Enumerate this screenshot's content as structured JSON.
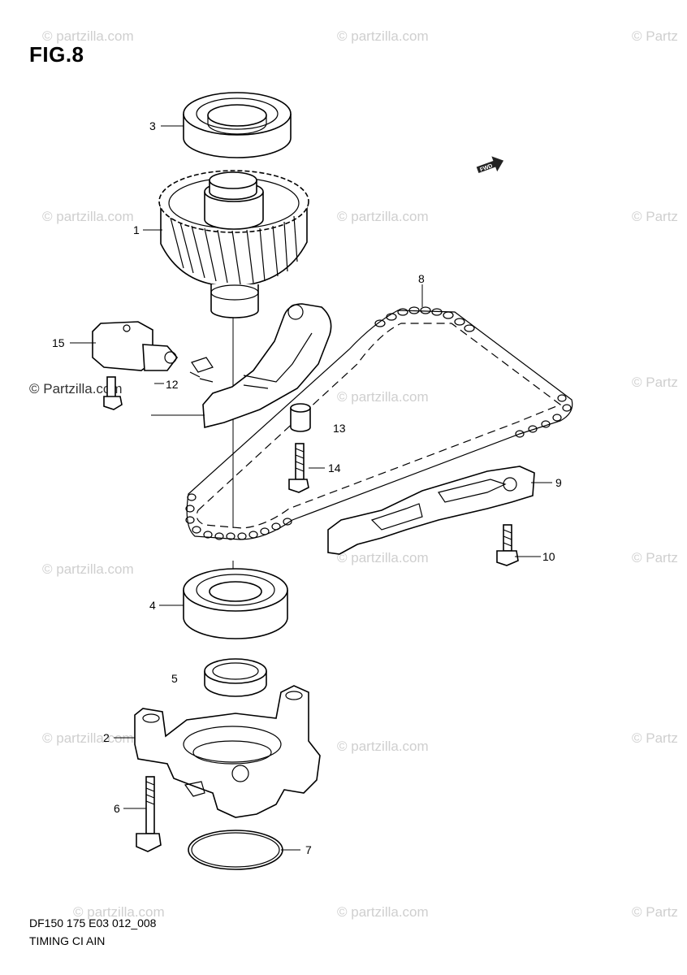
{
  "figure": {
    "title": "FIG.8"
  },
  "footer": {
    "code": "DF150 175 E03 012_008",
    "caption": "TIMING CI AIN"
  },
  "watermark": {
    "text": "© Partzilla.com",
    "lowercase_text": "© partzilla.com",
    "cut_text": "© Partz"
  },
  "fwd_badge": "FWD",
  "callouts": {
    "p1": "1",
    "p2": "2",
    "p3": "3",
    "p4": "4",
    "p5": "5",
    "p6": "6",
    "p7": "7",
    "p8": "8",
    "p9": "9",
    "p10": "10",
    "p12": "12",
    "p13": "13",
    "p14": "14",
    "p15": "15"
  },
  "colors": {
    "line": "#000000",
    "watermark": "#cfcfcf",
    "background": "#ffffff"
  }
}
